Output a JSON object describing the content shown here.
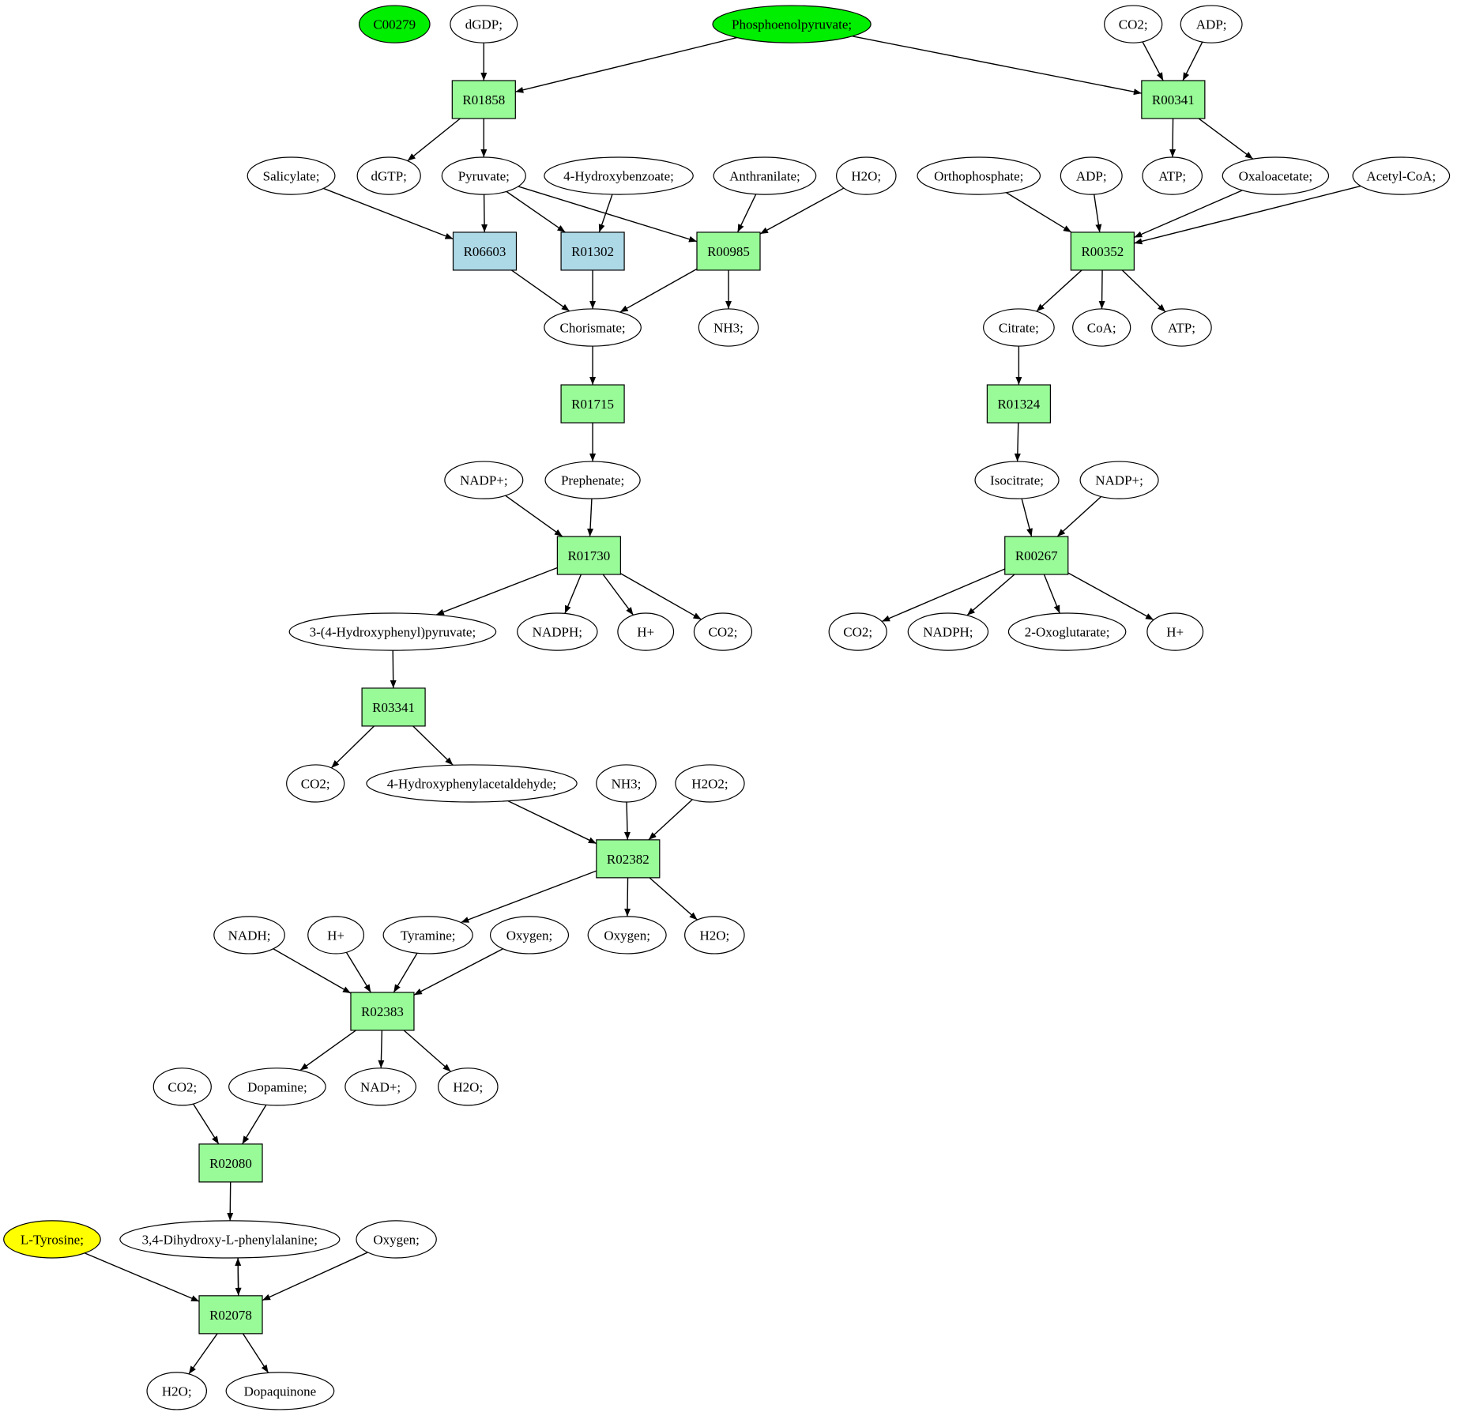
{
  "colors": {
    "reaction_default": "#98fb98",
    "reaction_alt": "#add8e6",
    "source_highlight": "#00ee00",
    "target_highlight": "#ffff00",
    "compound_default": "#ffffff"
  },
  "nodes": {
    "c00279": {
      "label": "C00279",
      "kind": "compound",
      "color": "#00ee00"
    },
    "dgdp": {
      "label": "dGDP;",
      "kind": "compound"
    },
    "pep": {
      "label": "Phosphoenolpyruvate;",
      "kind": "compound",
      "color": "#00ee00"
    },
    "co2_a": {
      "label": "CO2;",
      "kind": "compound"
    },
    "adp_a": {
      "label": "ADP;",
      "kind": "compound"
    },
    "r01858": {
      "label": "R01858",
      "kind": "reaction",
      "color": "#98fb98"
    },
    "r00341": {
      "label": "R00341",
      "kind": "reaction",
      "color": "#98fb98"
    },
    "salicylate": {
      "label": "Salicylate;",
      "kind": "compound"
    },
    "dgtp": {
      "label": "dGTP;",
      "kind": "compound"
    },
    "pyruvate": {
      "label": "Pyruvate;",
      "kind": "compound"
    },
    "hbz": {
      "label": "4-Hydroxybenzoate;",
      "kind": "compound"
    },
    "anthranilate": {
      "label": "Anthranilate;",
      "kind": "compound"
    },
    "h2o_a": {
      "label": "H2O;",
      "kind": "compound"
    },
    "orthophosphate": {
      "label": "Orthophosphate;",
      "kind": "compound"
    },
    "adp_b": {
      "label": "ADP;",
      "kind": "compound"
    },
    "atp_a": {
      "label": "ATP;",
      "kind": "compound"
    },
    "oxaloacetate": {
      "label": "Oxaloacetate;",
      "kind": "compound"
    },
    "acetylcoa": {
      "label": "Acetyl-CoA;",
      "kind": "compound"
    },
    "r06603": {
      "label": "R06603",
      "kind": "reaction",
      "color": "#add8e6"
    },
    "r01302": {
      "label": "R01302",
      "kind": "reaction",
      "color": "#add8e6"
    },
    "r00985": {
      "label": "R00985",
      "kind": "reaction",
      "color": "#98fb98"
    },
    "r00352": {
      "label": "R00352",
      "kind": "reaction",
      "color": "#98fb98"
    },
    "chorismate": {
      "label": "Chorismate;",
      "kind": "compound"
    },
    "nh3_a": {
      "label": "NH3;",
      "kind": "compound"
    },
    "citrate": {
      "label": "Citrate;",
      "kind": "compound"
    },
    "coa": {
      "label": "CoA;",
      "kind": "compound"
    },
    "atp_b": {
      "label": "ATP;",
      "kind": "compound"
    },
    "r01715": {
      "label": "R01715",
      "kind": "reaction",
      "color": "#98fb98"
    },
    "r01324": {
      "label": "R01324",
      "kind": "reaction",
      "color": "#98fb98"
    },
    "nadp_a": {
      "label": "NADP+;",
      "kind": "compound"
    },
    "prephenate": {
      "label": "Prephenate;",
      "kind": "compound"
    },
    "isocitrate": {
      "label": "Isocitrate;",
      "kind": "compound"
    },
    "nadp_b": {
      "label": "NADP+;",
      "kind": "compound"
    },
    "r01730": {
      "label": "R01730",
      "kind": "reaction",
      "color": "#98fb98"
    },
    "r00267": {
      "label": "R00267",
      "kind": "reaction",
      "color": "#98fb98"
    },
    "hpp": {
      "label": "3-(4-Hydroxyphenyl)pyruvate;",
      "kind": "compound"
    },
    "nadph_a": {
      "label": "NADPH;",
      "kind": "compound"
    },
    "hplus_a": {
      "label": "H+",
      "kind": "compound"
    },
    "co2_b": {
      "label": "CO2;",
      "kind": "compound"
    },
    "co2_c": {
      "label": "CO2;",
      "kind": "compound"
    },
    "nadph_b": {
      "label": "NADPH;",
      "kind": "compound"
    },
    "oxoglutarate": {
      "label": "2-Oxoglutarate;",
      "kind": "compound"
    },
    "hplus_b": {
      "label": "H+",
      "kind": "compound"
    },
    "r03341": {
      "label": "R03341",
      "kind": "reaction",
      "color": "#98fb98"
    },
    "co2_d": {
      "label": "CO2;",
      "kind": "compound"
    },
    "hpa": {
      "label": "4-Hydroxyphenylacetaldehyde;",
      "kind": "compound"
    },
    "nh3_b": {
      "label": "NH3;",
      "kind": "compound"
    },
    "h2o2": {
      "label": "H2O2;",
      "kind": "compound"
    },
    "r02382": {
      "label": "R02382",
      "kind": "reaction",
      "color": "#98fb98"
    },
    "nadh": {
      "label": "NADH;",
      "kind": "compound"
    },
    "hplus_c": {
      "label": "H+",
      "kind": "compound"
    },
    "tyramine": {
      "label": "Tyramine;",
      "kind": "compound"
    },
    "oxygen_a": {
      "label": "Oxygen;",
      "kind": "compound"
    },
    "oxygen_b": {
      "label": "Oxygen;",
      "kind": "compound"
    },
    "h2o_b": {
      "label": "H2O;",
      "kind": "compound"
    },
    "r02383": {
      "label": "R02383",
      "kind": "reaction",
      "color": "#98fb98"
    },
    "co2_e": {
      "label": "CO2;",
      "kind": "compound"
    },
    "dopamine": {
      "label": "Dopamine;",
      "kind": "compound"
    },
    "nad": {
      "label": "NAD+;",
      "kind": "compound"
    },
    "h2o_c": {
      "label": "H2O;",
      "kind": "compound"
    },
    "r02080": {
      "label": "R02080",
      "kind": "reaction",
      "color": "#98fb98"
    },
    "ltyrosine": {
      "label": "L-Tyrosine;",
      "kind": "compound",
      "color": "#ffff00"
    },
    "dopa": {
      "label": "3,4-Dihydroxy-L-phenylalanine;",
      "kind": "compound"
    },
    "oxygen_c": {
      "label": "Oxygen;",
      "kind": "compound"
    },
    "r02078": {
      "label": "R02078",
      "kind": "reaction",
      "color": "#98fb98"
    },
    "h2o_d": {
      "label": "H2O;",
      "kind": "compound"
    },
    "dopaquinone": {
      "label": "Dopaquinone",
      "kind": "compound"
    }
  },
  "edges": [
    [
      "dgdp",
      "r01858"
    ],
    [
      "pep",
      "r01858"
    ],
    [
      "pep",
      "r00341"
    ],
    [
      "co2_a",
      "r00341"
    ],
    [
      "adp_a",
      "r00341"
    ],
    [
      "r01858",
      "dgtp"
    ],
    [
      "r01858",
      "pyruvate"
    ],
    [
      "r00341",
      "atp_a"
    ],
    [
      "r00341",
      "oxaloacetate"
    ],
    [
      "salicylate",
      "r06603"
    ],
    [
      "pyruvate",
      "r06603"
    ],
    [
      "pyruvate",
      "r01302"
    ],
    [
      "hbz",
      "r01302"
    ],
    [
      "pyruvate",
      "r00985"
    ],
    [
      "anthranilate",
      "r00985"
    ],
    [
      "h2o_a",
      "r00985"
    ],
    [
      "orthophosphate",
      "r00352"
    ],
    [
      "adp_b",
      "r00352"
    ],
    [
      "oxaloacetate",
      "r00352"
    ],
    [
      "acetylcoa",
      "r00352"
    ],
    [
      "r06603",
      "chorismate"
    ],
    [
      "r01302",
      "chorismate"
    ],
    [
      "r00985",
      "chorismate"
    ],
    [
      "r00985",
      "nh3_a"
    ],
    [
      "r00352",
      "citrate"
    ],
    [
      "r00352",
      "coa"
    ],
    [
      "r00352",
      "atp_b"
    ],
    [
      "chorismate",
      "r01715"
    ],
    [
      "r01715",
      "prephenate"
    ],
    [
      "citrate",
      "r01324"
    ],
    [
      "r01324",
      "isocitrate"
    ],
    [
      "nadp_a",
      "r01730"
    ],
    [
      "prephenate",
      "r01730"
    ],
    [
      "isocitrate",
      "r00267"
    ],
    [
      "nadp_b",
      "r00267"
    ],
    [
      "r01730",
      "hpp"
    ],
    [
      "r01730",
      "nadph_a"
    ],
    [
      "r01730",
      "hplus_a"
    ],
    [
      "r01730",
      "co2_b"
    ],
    [
      "r00267",
      "co2_c"
    ],
    [
      "r00267",
      "nadph_b"
    ],
    [
      "r00267",
      "oxoglutarate"
    ],
    [
      "r00267",
      "hplus_b"
    ],
    [
      "hpp",
      "r03341"
    ],
    [
      "r03341",
      "co2_d"
    ],
    [
      "r03341",
      "hpa"
    ],
    [
      "hpa",
      "r02382"
    ],
    [
      "nh3_b",
      "r02382"
    ],
    [
      "h2o2",
      "r02382"
    ],
    [
      "r02382",
      "tyramine"
    ],
    [
      "r02382",
      "oxygen_b"
    ],
    [
      "r02382",
      "h2o_b"
    ],
    [
      "nadh",
      "r02383"
    ],
    [
      "hplus_c",
      "r02383"
    ],
    [
      "tyramine",
      "r02383"
    ],
    [
      "oxygen_a",
      "r02383"
    ],
    [
      "r02383",
      "dopamine"
    ],
    [
      "r02383",
      "nad"
    ],
    [
      "r02383",
      "h2o_c"
    ],
    [
      "co2_e",
      "r02080"
    ],
    [
      "dopamine",
      "r02080"
    ],
    [
      "r02080",
      "dopa"
    ],
    [
      "ltyrosine",
      "r02078"
    ],
    [
      "dopa",
      "r02078"
    ],
    [
      "r02078",
      "dopa"
    ],
    [
      "oxygen_c",
      "r02078"
    ],
    [
      "r02078",
      "h2o_d"
    ],
    [
      "r02078",
      "dopaquinone"
    ]
  ]
}
